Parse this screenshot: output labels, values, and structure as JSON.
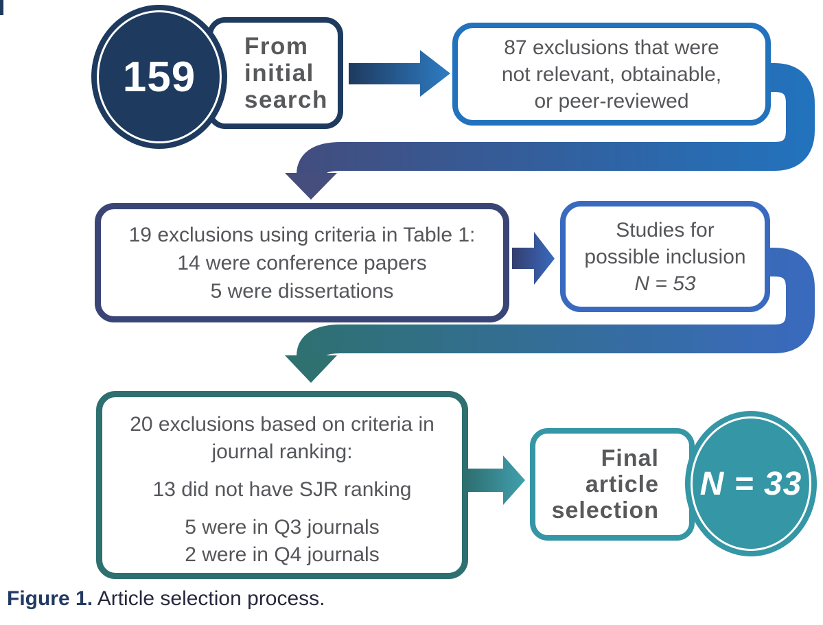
{
  "figure": {
    "caption_label": "Figure 1.",
    "caption_text": " Article selection process."
  },
  "colors": {
    "navy": "#1e3a5e",
    "blue": "#2272bd",
    "indigo": "#3a4576",
    "royal_blue": "#3a6abf",
    "dark_teal": "#2e6f70",
    "teal": "#3596a5",
    "text_gray": "#58595b"
  },
  "nodes": {
    "initial_count": {
      "value": "159",
      "label_lines": [
        "From",
        "initial",
        "search"
      ]
    },
    "exclusions_1": {
      "lines": [
        "87 exclusions that were",
        "not relevant, obtainable,",
        "or peer-reviewed"
      ]
    },
    "exclusions_2": {
      "lines": [
        "19 exclusions using criteria in Table 1:",
        "14 were conference papers",
        "5 were dissertations"
      ]
    },
    "possible_inclusion": {
      "lines": [
        "Studies for",
        "possible inclusion"
      ],
      "n_value": "N = 53"
    },
    "exclusions_3": {
      "lines": [
        "20 exclusions based on criteria in",
        "journal ranking:"
      ],
      "detail_sjr": "13 did not have SJR ranking",
      "detail_q3": "5 were in Q3 journals",
      "detail_q4": "2 were in Q4 journals"
    },
    "final_selection": {
      "label_lines": [
        "Final",
        "article",
        "selection"
      ],
      "n_value": "N = 33"
    }
  },
  "flow": [
    {
      "from": "initial_count (159)",
      "to": "exclusions_1 (87 exclusions)"
    },
    {
      "from": "exclusions_1",
      "to": "exclusions_2 (19 exclusions)"
    },
    {
      "from": "exclusions_2",
      "to": "possible_inclusion (N = 53)"
    },
    {
      "from": "possible_inclusion",
      "to": "exclusions_3 (20 exclusions)"
    },
    {
      "from": "exclusions_3",
      "to": "final_selection (N = 33)"
    }
  ]
}
